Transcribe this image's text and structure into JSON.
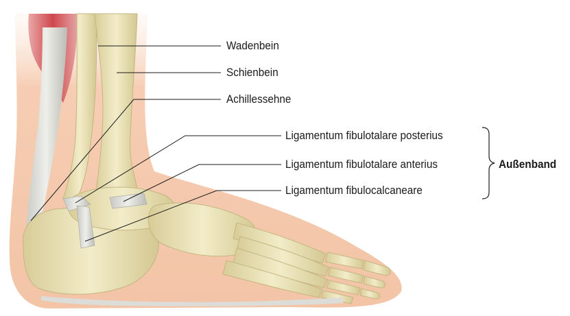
{
  "labels": {
    "wadenbein": "Wadenbein",
    "schienbein": "Schienbein",
    "achillessehne": "Achillessehne",
    "lig_posterius": "Ligamentum fibulotalare posterius",
    "lig_anterius": "Ligamentum fibulotalare anterius",
    "lig_calcaneare": "Ligamentum fibulocalcaneare",
    "group": "Außenband"
  },
  "colors": {
    "skin": "#f5c9ae",
    "bone": "#e8dfb0",
    "muscle": "#c9343c",
    "tendon": "#d9d9d4",
    "line": "#1a1a1a"
  }
}
